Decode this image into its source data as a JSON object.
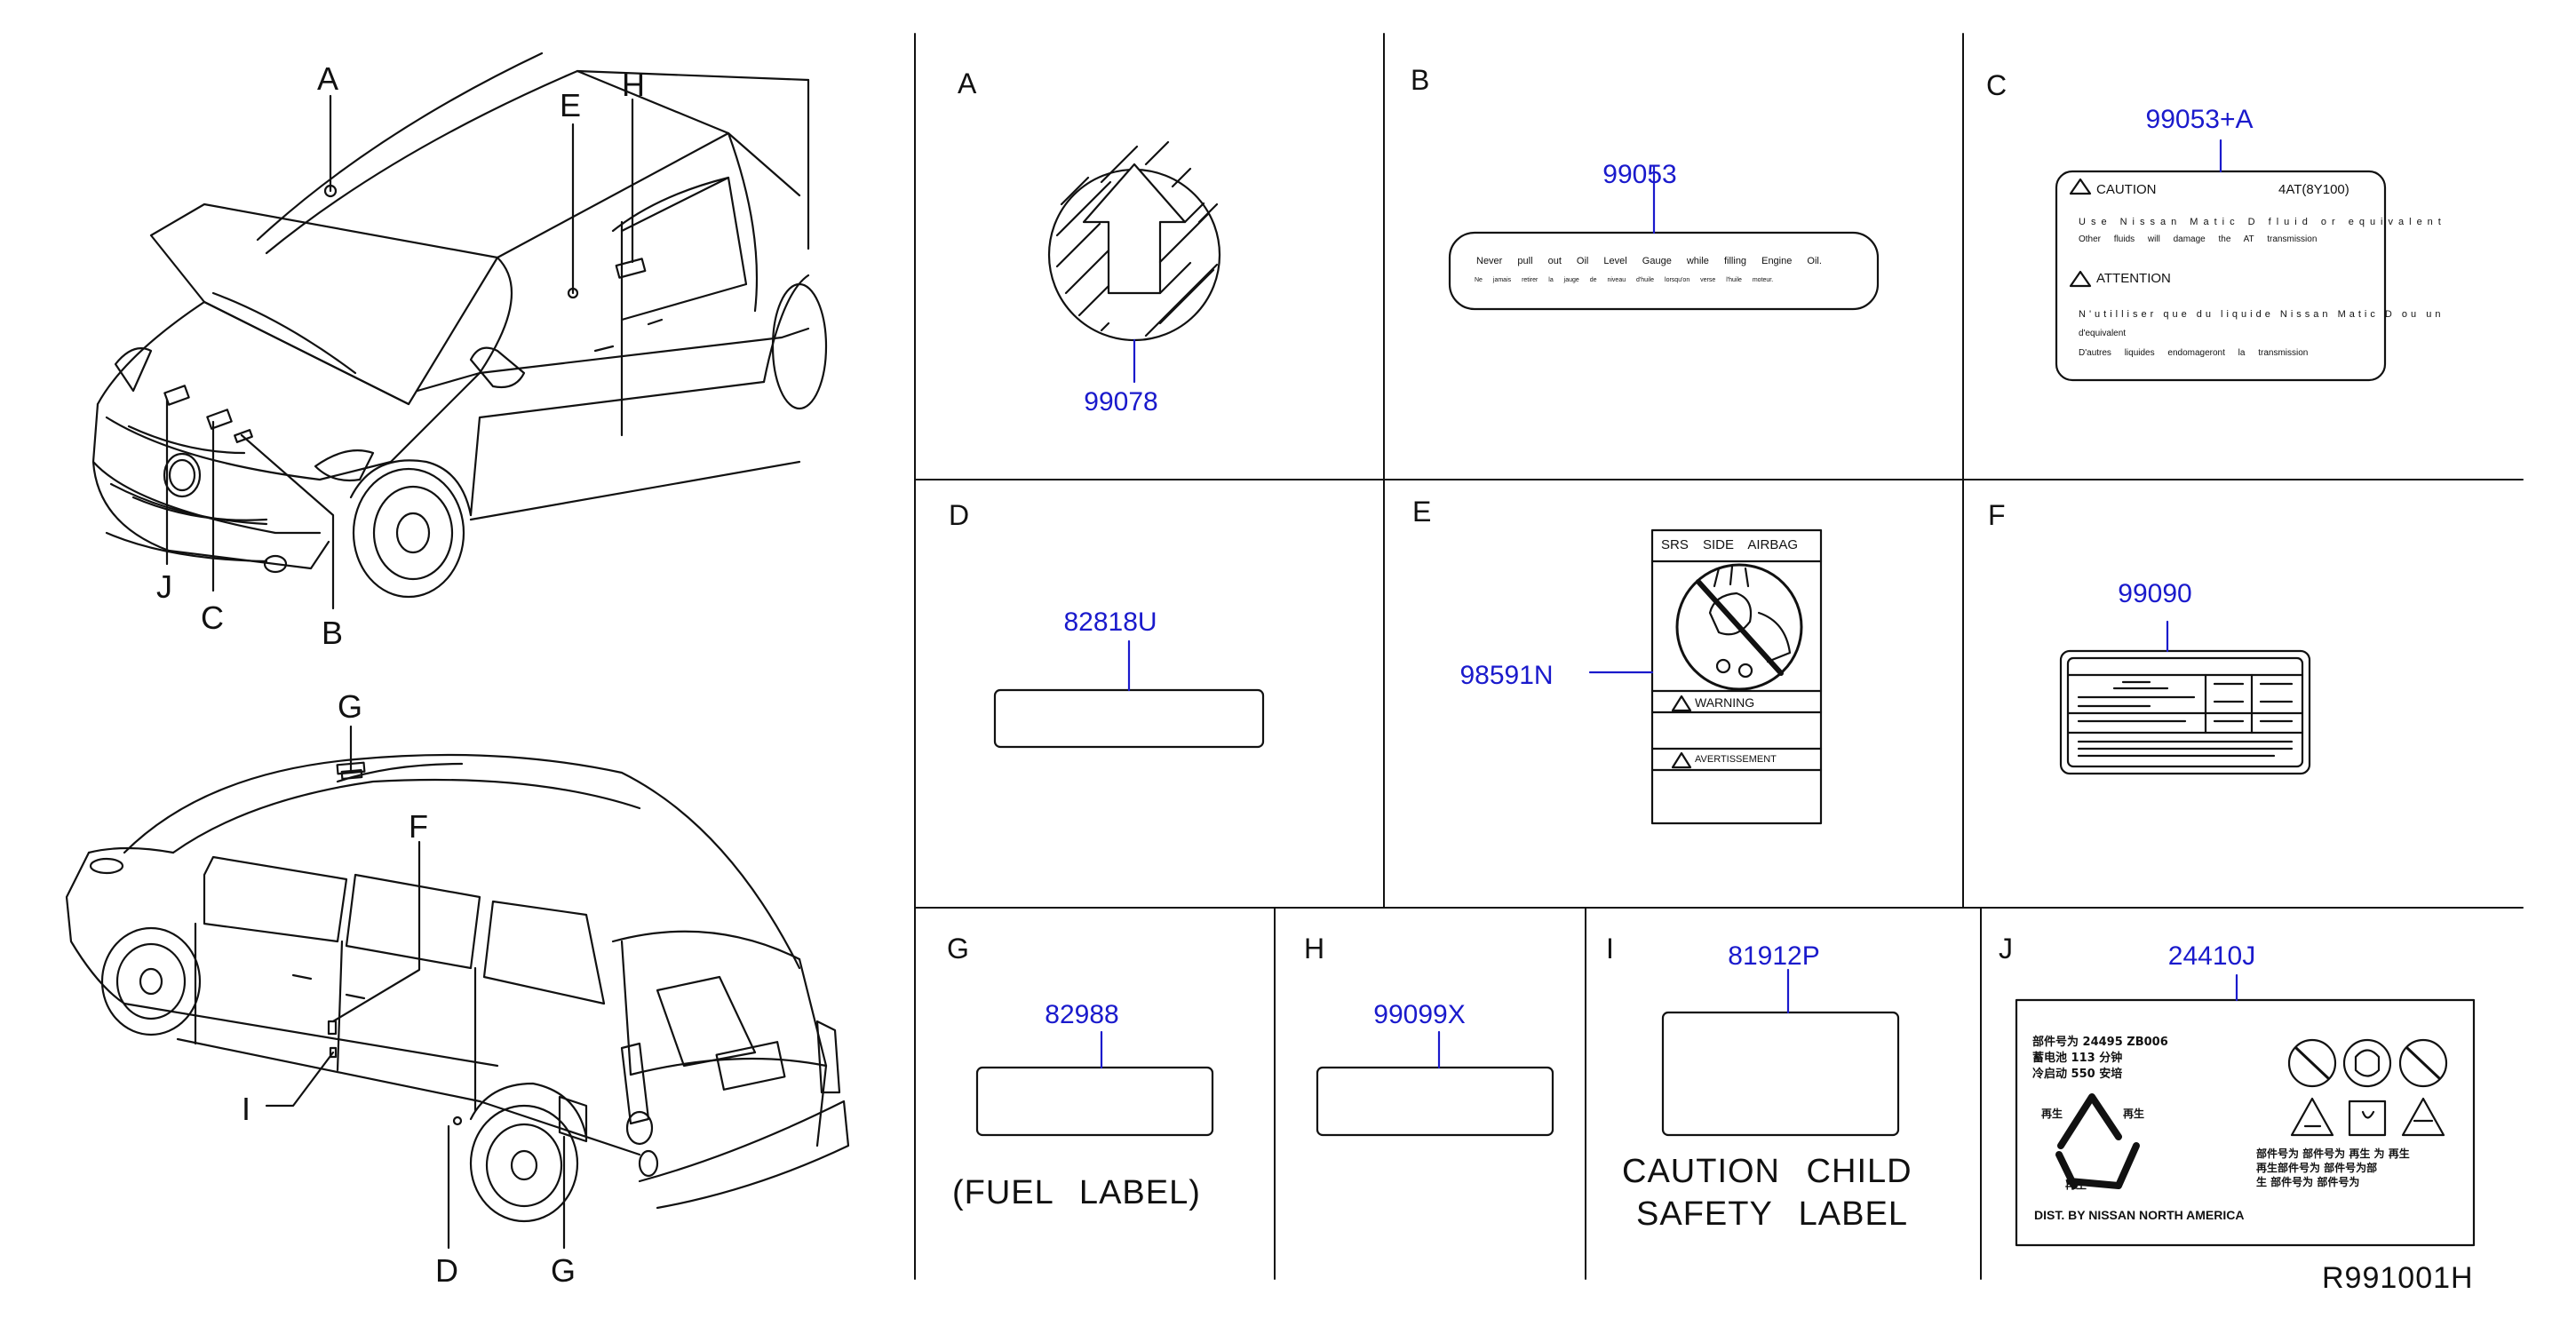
{
  "drawing_code": "R991001H",
  "vehicle_views": {
    "front": {
      "callouts": [
        "A",
        "E",
        "H",
        "J",
        "C",
        "B"
      ]
    },
    "rear": {
      "callouts": [
        "G",
        "F",
        "I",
        "D",
        "G"
      ]
    }
  },
  "panels": [
    {
      "letter": "A",
      "part": "99078"
    },
    {
      "letter": "B",
      "part": "99053",
      "text_en": "Never pull out Oil Level Gauge while filling Engine Oil.",
      "text_fr": "Ne jamais retirer la jauge de niveau d'huile lorsqu'on verse l'huile moteur."
    },
    {
      "letter": "C",
      "part": "99053+A",
      "caution": "CAUTION",
      "model": "4AT(8Y100)",
      "line1": "Use Nissan Matic D fluid or equivalent",
      "line2": "Other fluids will damage the AT transmission",
      "attention": "ATTENTION",
      "line3": "N'utilliser que du liquide Nissan Matic D ou un",
      "line4": "d'equivalent",
      "line5": "D'autres liquides endomageront la transmission"
    },
    {
      "letter": "D",
      "part": "82818U"
    },
    {
      "letter": "E",
      "part": "98591N",
      "header": "SRS SIDE AIRBAG",
      "warning": "WARNING",
      "avert": "AVERTISSEMENT"
    },
    {
      "letter": "F",
      "part": "99090"
    },
    {
      "letter": "G",
      "part": "82988",
      "caption": "(FUEL LABEL)"
    },
    {
      "letter": "H",
      "part": "99099X"
    },
    {
      "letter": "I",
      "part": "81912P",
      "caption1": "CAUTION CHILD",
      "caption2": "SAFETY LABEL"
    },
    {
      "letter": "J",
      "part": "24410J",
      "cjk1": "部件号为 24495 ZB006",
      "cjk2": "蓄电池 113 分钟",
      "cjk3": "冷启动 550 安培",
      "cjk4": "部件号为 部件号为 再生  为 再生",
      "cjk5": "再生部件号为 部件号为部",
      "cjk6": "生 部件号为 部件号为",
      "recycle1": "再生",
      "recycle2": "再生",
      "recycle3": "再生",
      "dist": "DIST. BY NISSAN NORTH AMERICA"
    }
  ]
}
